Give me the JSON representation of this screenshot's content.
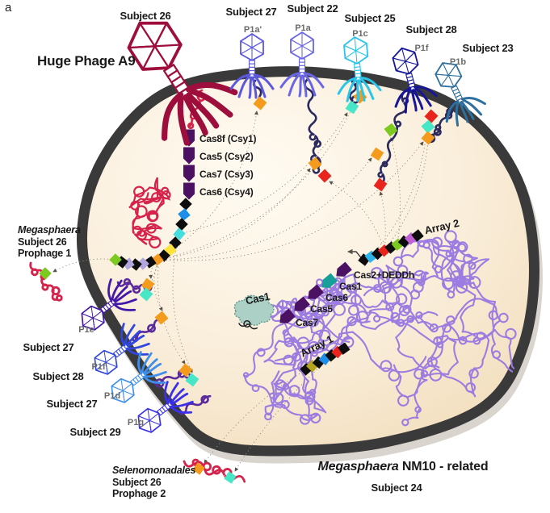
{
  "panel": {
    "label": "a"
  },
  "colors": {
    "membrane": "#3a3a3a",
    "cell_fill_center": "#fffbf2",
    "cell_fill_edge": "#f2ddbb",
    "chromosome": "#9c7ce0",
    "prophage_red": "#d6234b",
    "strand_top": "#2b2a5e",
    "strand_left": "#5b2a9b",
    "cas": {
      "purple": "#4b1263",
      "teal": "#17a09a"
    },
    "cas1_blob_fill": "#accfc6",
    "cas1_blob_edge": "#5d968c",
    "connector": "#8f8a7d",
    "diamonds": {
      "black": "#0d0d0d",
      "blue": "#1e8fe8",
      "cyan": "#44dde0",
      "yellow": "#ffe23c",
      "orange": "#f49a1c",
      "lavender": "#b3a5dd",
      "green": "#7cc91f",
      "red": "#e8241c",
      "olive": "#b5a41e",
      "skyblue": "#2eb3ea",
      "orchid": "#c35fd4",
      "teal": "#47e6c6"
    }
  },
  "huge_phage": {
    "subject": "Subject 26",
    "name": "Huge Phage A9",
    "color": "#9e0e3c"
  },
  "top_phages": [
    {
      "id": "p1a_prime",
      "subject": "Subject 27",
      "label": "P1a'",
      "color": "#5b58e0",
      "markers": [
        "orange"
      ]
    },
    {
      "id": "p1a",
      "subject": "Subject 22",
      "label": "P1a",
      "color": "#6a66e6",
      "markers": [
        "orange",
        "red"
      ]
    },
    {
      "id": "p1c",
      "subject": "Subject 25",
      "label": "P1c",
      "color": "#29c5ea",
      "markers": [
        "orange",
        "teal"
      ]
    },
    {
      "id": "p1f_top",
      "subject": "Subject 28",
      "label": "P1f",
      "color": "#16169b",
      "markers": [
        "green",
        "orange",
        "red"
      ]
    },
    {
      "id": "p1b",
      "subject": "Subject 23",
      "label": "P1b",
      "color": "#2d6f9f",
      "markers": [
        "red",
        "teal",
        "orange"
      ]
    }
  ],
  "left_phages": [
    {
      "id": "p1e",
      "subject": "Subject 27",
      "label": "P1e",
      "color": "#4318a8",
      "markers": [
        "orange",
        "teal"
      ]
    },
    {
      "id": "p1f_left",
      "subject": "Subject 28",
      "label": "P1f",
      "color": "#2f46e0",
      "markers": [
        "orange"
      ]
    },
    {
      "id": "p1d",
      "subject": "Subject 27",
      "label": "P1d",
      "color": "#3f8fec",
      "markers": [
        "orange",
        "teal"
      ]
    },
    {
      "id": "p1g",
      "subject": "Subject 29",
      "label": "P1g",
      "color": "#3a30ec",
      "markers": []
    }
  ],
  "cas_system_1": {
    "genes": [
      {
        "label": "Cas8f (Csy1)"
      },
      {
        "label": "Cas5 (Csy2)"
      },
      {
        "label": "Cas7 (Csy3)"
      },
      {
        "label": "Cas6 (Csy4)"
      }
    ]
  },
  "cas_system_2": {
    "standalone_label": "Cas1",
    "genes": [
      {
        "label": "Cas7",
        "color": "purple"
      },
      {
        "label": "Cas5",
        "color": "purple"
      },
      {
        "label": "Cas6",
        "color": "purple"
      },
      {
        "label": "Cas1",
        "color": "teal"
      },
      {
        "label": "Cas2+DEDDh",
        "color": "purple"
      }
    ]
  },
  "arrays": {
    "left_array": {
      "spacers": [
        "black",
        "blue",
        "black",
        "cyan",
        "black",
        "yellow",
        "black",
        "orange",
        "black",
        "lavender",
        "black",
        "lavender",
        "black",
        "green"
      ]
    },
    "array1": {
      "label": "Array 1",
      "spacers": [
        "black",
        "olive",
        "black",
        "blue",
        "black",
        "red",
        "black"
      ]
    },
    "array2": {
      "label": "Array 2",
      "spacers": [
        "black",
        "skyblue",
        "black",
        "red",
        "black",
        "green",
        "black",
        "orchid",
        "black"
      ]
    }
  },
  "prophage1": {
    "genus": "Megasphaera",
    "line2": "Subject 26",
    "line3": "Prophage 1",
    "marker": "green"
  },
  "prophage2": {
    "genus": "Selenomonadales",
    "line2": "Subject 26",
    "line3": "Prophage 2",
    "markers": [
      "orange",
      "teal"
    ]
  },
  "footer": {
    "genus": "Megasphaera",
    "rest": " NM10 - related",
    "subject": "Subject 24"
  }
}
